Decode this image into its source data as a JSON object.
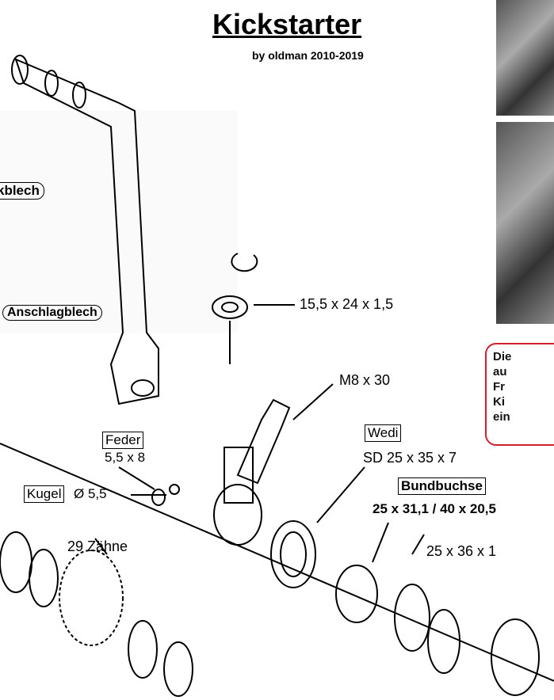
{
  "header": {
    "title": "Kickstarter",
    "subtitle": "by oldman 2010-2019"
  },
  "labels": {
    "blech_partial": "kblech",
    "anschlagblech": "Anschlagblech",
    "washer": "15,5 x 24 x 1,5",
    "bolt": "M8 x 30",
    "feder": "Feder",
    "feder_size": "5,5 x 8",
    "kugel": "Kugel",
    "kugel_size": "Ø 5,5",
    "wedi": "Wedi",
    "wedi_size": "SD 25 x 35 x 7",
    "bundbuchse": "Bundbuchse",
    "bundbuchse_size": "25 x 31,1 / 40 x 20,5",
    "shim": "25 x 36 x 1",
    "gear": "29 Zähne"
  },
  "note": {
    "lines": [
      "Die",
      "au",
      "Fr",
      "Ki",
      "ein"
    ]
  },
  "colors": {
    "note_border": "#d02030"
  }
}
